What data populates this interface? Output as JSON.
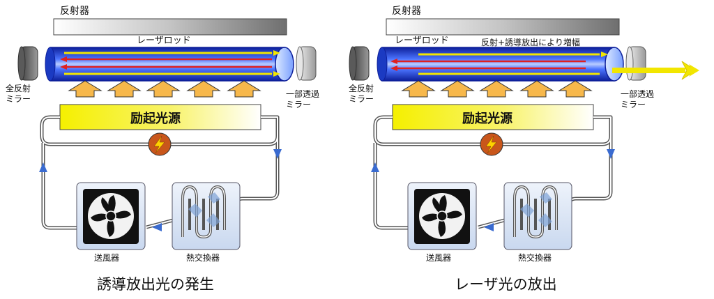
{
  "panels": [
    {
      "reflector_label": "反射器",
      "rod_label": "レーザロッド",
      "rod_annotation": "",
      "left_mirror_label": "全反射\nミラー",
      "right_mirror_label": "一部透過\nミラー",
      "source_label": "励起光源",
      "fan_label": "送風器",
      "hx_label": "熱交換器",
      "caption": "誘導放出光の発生"
    },
    {
      "reflector_label": "反射器",
      "rod_label": "レーザロッド",
      "rod_annotation": "反射+誘導放出により増幅",
      "left_mirror_label": "全反射\nミラー",
      "right_mirror_label": "一部透過\nミラー",
      "source_label": "励起光源",
      "fan_label": "送風器",
      "hx_label": "熱交換器",
      "caption": "レーザ光の放出"
    }
  ],
  "colors": {
    "reflector": "#8e8e8e",
    "rod": "#2f55d8",
    "beam_red": "#e02020",
    "beam_yellow": "#f2e600",
    "pump_arrow": "#f7b84b",
    "source_yellow": "#f5f000",
    "flow_arrow": "#3a6bd0",
    "power_circle": "#c9561b",
    "heat_exchanger_box": "#d7e3f4"
  },
  "icons": [
    "mirror-icon",
    "pump-arrow-icon",
    "lightning-icon",
    "fan-icon",
    "coil-icon",
    "laser-output-arrow-icon"
  ]
}
